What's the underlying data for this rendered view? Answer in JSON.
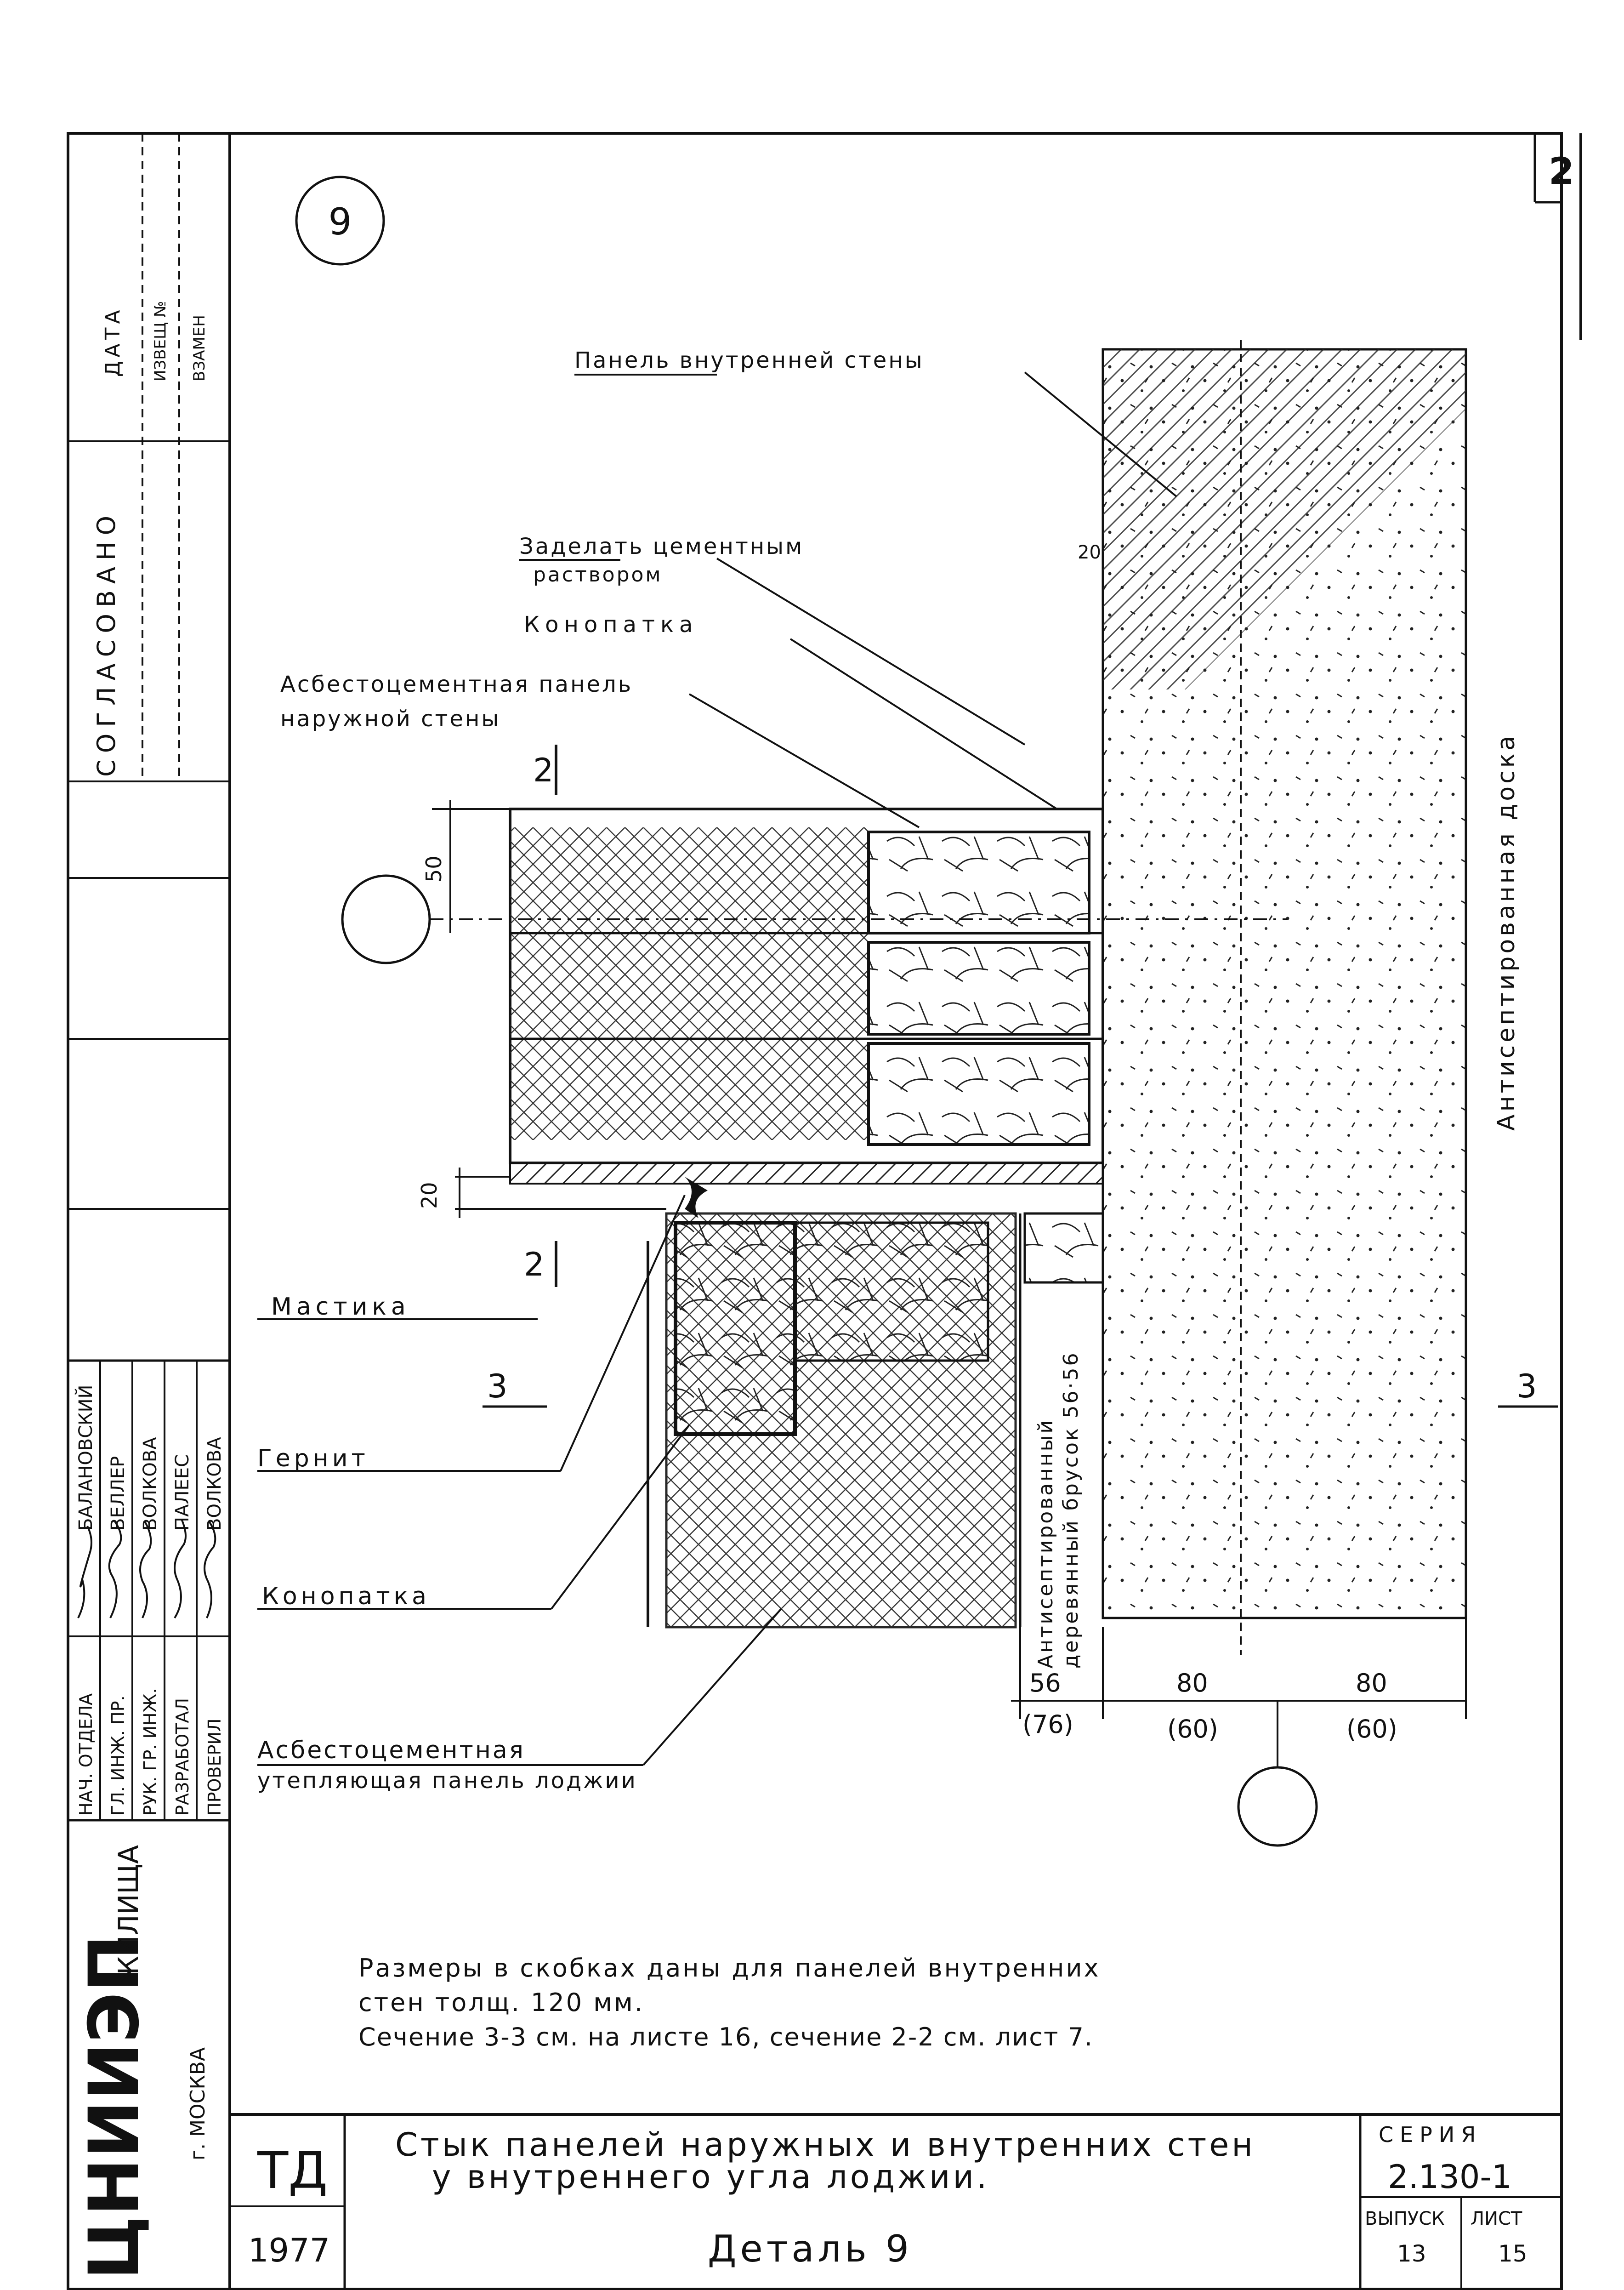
{
  "detail_marker": "9",
  "sheet_corner_number": "2",
  "labels": {
    "inner_wall_panel": "Панель внутренней стены",
    "cement_fill_1": "Заделать цементным",
    "cement_fill_2": "раствором",
    "caulking_top": "Конопатка",
    "asbestos_outer_1": "Асбестоцементная панель",
    "asbestos_outer_2": "наружной стены",
    "mastic": "Мастика",
    "gernit": "Гернит",
    "caulking_bottom": "Конопатка",
    "loggia_panel_1": "Асбестоцементная",
    "loggia_panel_2": "утепляющая панель лоджии",
    "treated_board": "Антисептированная доска",
    "treated_bar_1": "Антисептированный",
    "treated_bar_2": "деревянный брусок 56·56"
  },
  "section_marks": {
    "s2_top": "2",
    "s2_bottom": "2",
    "s3_left": "3",
    "s3_right": "3"
  },
  "dimensions": {
    "d20_top": "20",
    "d50": "50",
    "d20_left": "20",
    "d56": "56",
    "d76": "(76)",
    "d80a": "80",
    "d60a": "(60)",
    "d80b": "80",
    "d60b": "(60)"
  },
  "notes": [
    "Размеры в скобках даны для панелей внутренних",
    "стен толщ. 120 мм.",
    "Сечение 3-3 см. на листе 16, сечение 2-2 см. лист 7."
  ],
  "left_stamp": {
    "approved": "СОГЛАСОВАНО",
    "date": "ДАТА",
    "change_no": "ИЗВЕЩ №",
    "replaced": "ВЗАМЕН",
    "roles": [
      "НАЧ. ОТДЕЛА",
      "ГЛ. ИНЖ. ПР.",
      "РУК. ГР. ИНЖ.",
      "РАЗРАБОТАЛ",
      "ПРОВЕРИЛ"
    ],
    "names": [
      "БАЛАНОВСКИЙ",
      "ВЕЛЛЕР",
      "ВОЛКОВА",
      "ПАЛЕЕС",
      "ВОЛКОВА"
    ],
    "org_1": "ЦНИИЭП",
    "org_2": "ЖИЛИЩА",
    "city": "г. МОСКВА"
  },
  "title_block": {
    "td": "ТД",
    "year": "1977",
    "title_1": "Стык панелей наружных и внутренних стен",
    "title_2": "у внутреннего угла лоджии.",
    "detail": "Деталь 9",
    "series_label": "СЕРИЯ",
    "series": "2.130-1",
    "issue_label": "ВЫПУСК",
    "issue": "13",
    "sheet_label": "ЛИСТ",
    "sheet": "15"
  }
}
